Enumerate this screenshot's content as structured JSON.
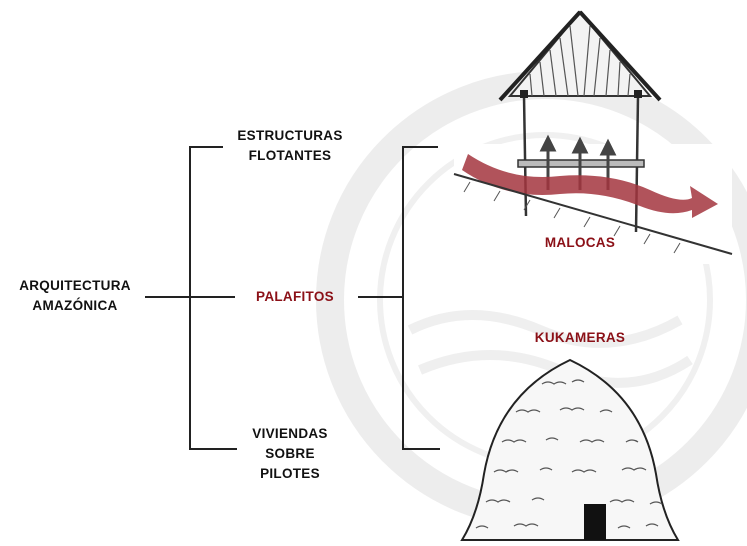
{
  "diagram": {
    "root": {
      "line1": "ARQUITECTURA",
      "line2": "AMAZÓNICA"
    },
    "branches": {
      "floating": {
        "line1": "ESTRUCTURAS",
        "line2": "FLOTANTES"
      },
      "stilt": {
        "label": "PALAFITOS"
      },
      "piles": {
        "line1": "VIVIENDAS",
        "line2": "SOBRE",
        "line3": "PILOTES"
      }
    },
    "examples": {
      "maloca": {
        "label": "MALOCAS"
      },
      "kukamera": {
        "label": "KUKAMERAS"
      }
    }
  },
  "colors": {
    "text": "#111111",
    "highlight": "#8b1017",
    "arrow": "#a3353e",
    "watermark": "#ececec",
    "line": "#222222"
  }
}
